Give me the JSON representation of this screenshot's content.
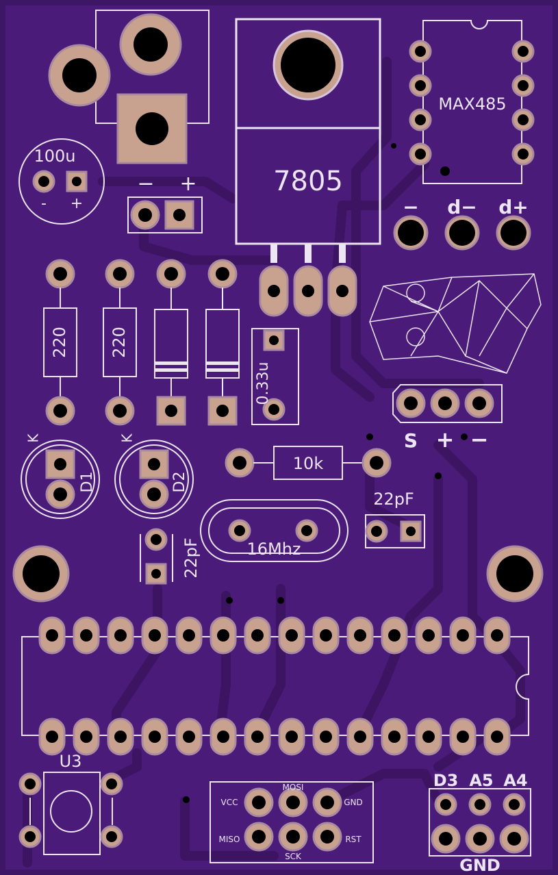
{
  "colors": {
    "board": "#3d1666",
    "copper": "#4a1b78",
    "trace": "#431870",
    "pad": "#c9a28f",
    "pad_ring": "#a98aa0",
    "hole": "#000000",
    "silk": "#ece6f4"
  },
  "labels": {
    "cap_100u": "100u",
    "cap_minus": "-",
    "cap_plus": "+",
    "pwr_minus": "−",
    "pwr_plus": "+",
    "regulator": "7805",
    "ic_rs485": "MAX485",
    "bus_minus": "−",
    "bus_dminus": "d−",
    "bus_dplus": "d+",
    "r1": "220",
    "r2": "220",
    "cap_033": "0.33u",
    "servo_s": "S",
    "servo_plus": "+",
    "servo_minus": "−",
    "led_k1": "K",
    "led_k2": "K",
    "led_d1": "D1",
    "led_d2": "D2",
    "r_10k": "10k",
    "cap_22pf_a": "22pF",
    "cap_22pf_b": "22pF",
    "crystal": "16Mhz",
    "button": "U3",
    "isp_vcc": "VCC",
    "isp_mosi": "MOSI",
    "isp_gnd": "GND",
    "isp_miso": "MISO",
    "isp_sck": "SCK",
    "isp_rst": "RST",
    "hdr_d3": "D3",
    "hdr_a5": "A5",
    "hdr_a4": "A4",
    "hdr_gnd": "GND"
  }
}
